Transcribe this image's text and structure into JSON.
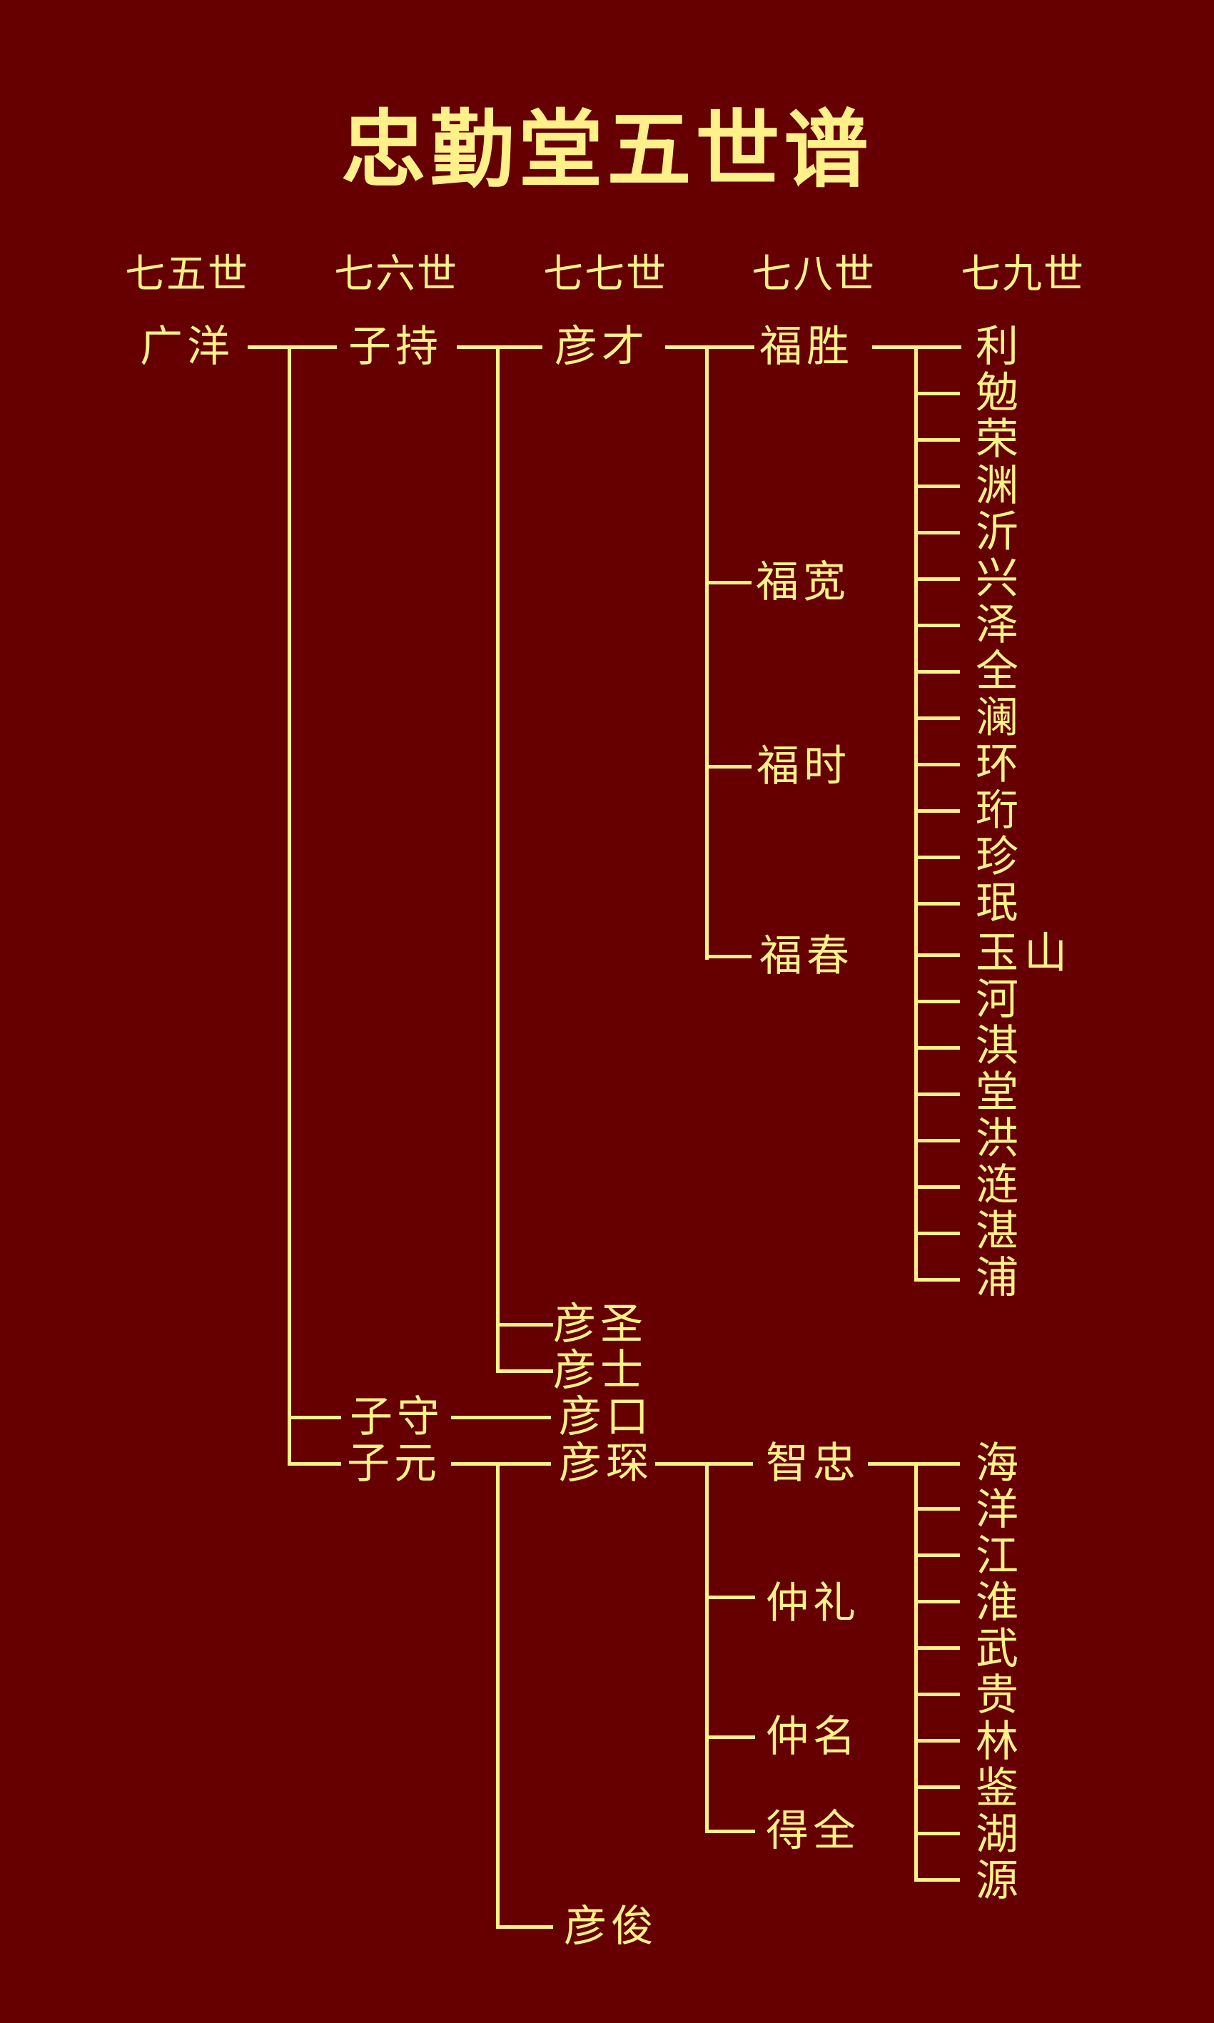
{
  "title": "忠勤堂五世谱",
  "colors": {
    "background": "#660000",
    "foreground": "#FFF08A"
  },
  "generations": [
    "七五世",
    "七六世",
    "七七世",
    "七八世",
    "七九世"
  ],
  "gen75": {
    "guangyang": "广洋"
  },
  "gen76": {
    "zichi": "子持",
    "zishou": "子守",
    "ziyuan": "子元"
  },
  "gen77": {
    "yancai": "彦才",
    "yansheng": "彦圣",
    "yanshi": "彦士",
    "yankou": "彦口",
    "yanchen": "彦琛",
    "yanjun": "彦俊"
  },
  "gen78": {
    "fusheng": "福胜",
    "fukuan": "福宽",
    "fushi": "福时",
    "fuchun": "福春",
    "zhizhong": "智忠",
    "zhongli": "仲礼",
    "zhongming": "仲名",
    "dequan": "得全"
  },
  "gen79_fusheng": [
    "利",
    "勉",
    "荣",
    "渊",
    "沂",
    "兴",
    "泽",
    "全",
    "澜",
    "环",
    "珩",
    "珍",
    "珉",
    "玉山",
    "河",
    "淇",
    "堂",
    "洪",
    "涟",
    "湛",
    "浦"
  ],
  "gen79_zhizhong": [
    "海",
    "洋",
    "江",
    "淮",
    "武",
    "贵",
    "林",
    "鉴",
    "湖",
    "源"
  ],
  "chart_data": {
    "type": "tree",
    "title": "忠勤堂五世谱",
    "levels": [
      "七五世",
      "七六世",
      "七七世",
      "七八世",
      "七九世"
    ],
    "tree": {
      "name": "广洋",
      "children": [
        {
          "name": "子持",
          "children": [
            {
              "name": "彦才",
              "children": [
                {
                  "name": "福胜",
                  "children": [
                    "利",
                    "勉",
                    "荣",
                    "渊",
                    "沂",
                    "兴",
                    "泽",
                    "全",
                    "澜",
                    "环",
                    "珩",
                    "珍",
                    "珉",
                    "玉山",
                    "河",
                    "淇",
                    "堂",
                    "洪",
                    "涟",
                    "湛",
                    "浦"
                  ]
                },
                {
                  "name": "福宽"
                },
                {
                  "name": "福时"
                },
                {
                  "name": "福春"
                }
              ]
            },
            {
              "name": "彦圣"
            },
            {
              "name": "彦士"
            }
          ]
        },
        {
          "name": "子守",
          "children": [
            {
              "name": "彦口"
            }
          ]
        },
        {
          "name": "子元",
          "children": [
            {
              "name": "彦琛",
              "children": [
                {
                  "name": "智忠",
                  "children": [
                    "海",
                    "洋",
                    "江",
                    "淮",
                    "武",
                    "贵",
                    "林",
                    "鉴",
                    "湖",
                    "源"
                  ]
                },
                {
                  "name": "仲礼"
                },
                {
                  "name": "仲名"
                },
                {
                  "name": "得全"
                }
              ]
            },
            {
              "name": "彦俊"
            }
          ]
        }
      ]
    }
  }
}
